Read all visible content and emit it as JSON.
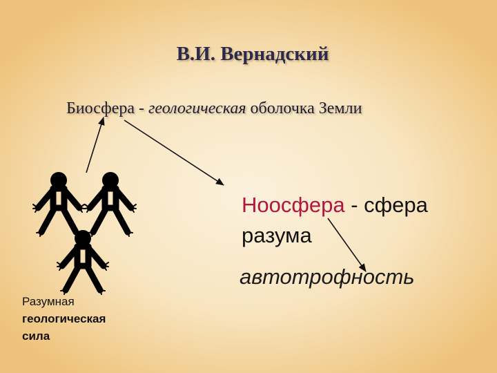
{
  "title": "В.И. Вернадский",
  "biosphere_line": {
    "term": "Биосфера",
    "dash": " - ",
    "emphasis": "геологическая",
    "rest": " оболочка Земли"
  },
  "noosphere": {
    "term": "Ноосфера",
    "rest": " - сфера",
    "line2": "разума"
  },
  "autotrophy": "автотрофность",
  "human_force": {
    "line1": "Разумная",
    "line2": "геологическая",
    "line3": "сила"
  },
  "colors": {
    "title": "#2b2a4c",
    "accent": "#b0163e",
    "figure": "#000000"
  },
  "icons": [
    "stick-figure-icon",
    "stick-figure-icon",
    "stick-figure-icon",
    "arrow-icon",
    "arrow-icon",
    "arrow-icon"
  ]
}
